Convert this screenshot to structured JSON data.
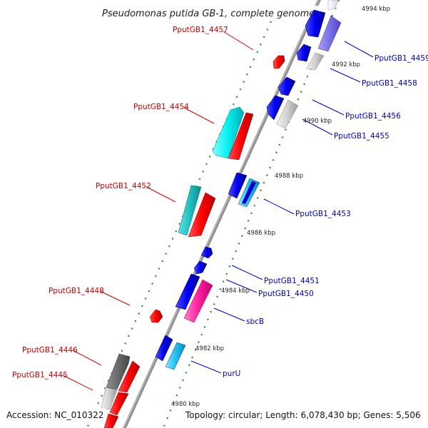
{
  "title": "Pseudomonas putida GB-1, complete genome",
  "footer": {
    "accession": "Accession: NC_010322",
    "summary": "Topology: circular; Length: 6,078,430 bp; Genes: 5,506"
  },
  "colors": {
    "backbone": "#8e8e8e",
    "ticks": "#1f8f1f",
    "label_reverse": "#cc0000",
    "label_forward": "#0000cc"
  },
  "kbp_markers": [
    "4994 kbp",
    "4992 kbp",
    "4990 kbp",
    "4988 kbp",
    "4986 kbp",
    "4984 kbp",
    "4982 kbp",
    "4980 kbp"
  ],
  "genes_reverse_labels": [
    "PputGB1_4457",
    "PputGB1_4454",
    "PputGB1_4452",
    "PputGB1_4448",
    "PputGB1_4446",
    "PputGB1_4445"
  ],
  "genes_forward_labels": [
    "PputGB1_4459",
    "PputGB1_4458",
    "PputGB1_4456",
    "PputGB1_4455",
    "PputGB1_4453",
    "PputGB1_4451",
    "PputGB1_4450",
    "sbcB",
    "purU"
  ]
}
